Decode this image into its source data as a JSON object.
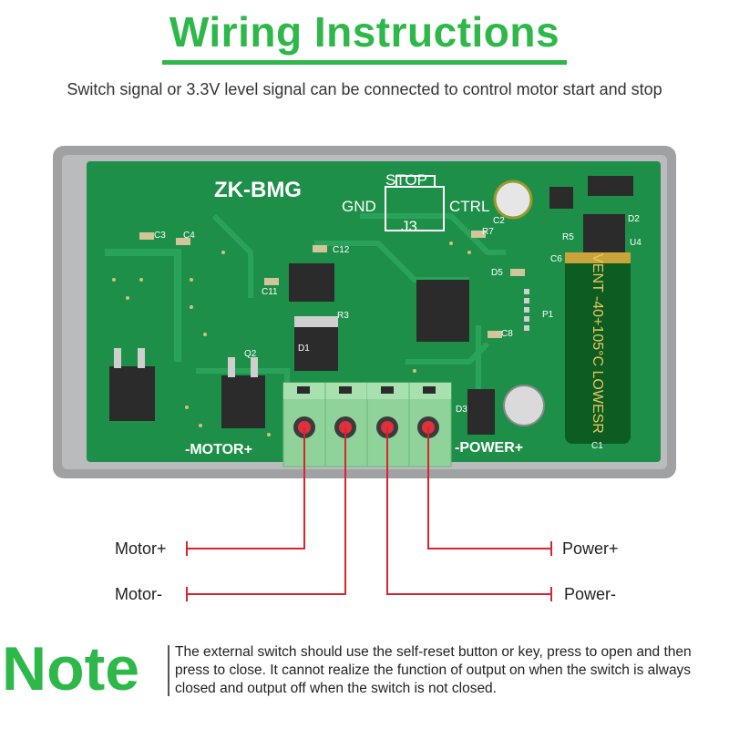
{
  "header": {
    "title": "Wiring Instructions",
    "subtitle": "Switch signal or 3.3V level signal can be connected to control motor start and stop"
  },
  "board": {
    "model": "ZK-BMG",
    "stop_label": "STOP",
    "gnd_label": "GND",
    "ctrl_label": "CTRL",
    "j3_label": "J3",
    "motor_label": "-MOTOR+",
    "power_label": "-POWER+",
    "component_labels": [
      "C3",
      "C4",
      "C12",
      "C11",
      "R3",
      "D1",
      "Q2",
      "D3",
      "C8",
      "P1",
      "D5",
      "C6",
      "R5",
      "D2",
      "U4",
      "R7",
      "C2",
      "C1"
    ],
    "capacitor_text": "VENT -40+105°C LOWESR"
  },
  "wiring": {
    "motor_plus": "Motor+",
    "motor_minus": "Motor-",
    "power_plus": "Power+",
    "power_minus": "Power-"
  },
  "colors": {
    "accent": "#2eb84a",
    "wire": "#d9242f",
    "pcb": "#1e8f49",
    "terminal": "#8fd39a"
  },
  "note": {
    "heading": "Note",
    "text": "The external switch should use the self-reset button or key, press to open and then press to close. It cannot realize the function of output on when the switch is always closed and output off when the switch is not closed."
  }
}
